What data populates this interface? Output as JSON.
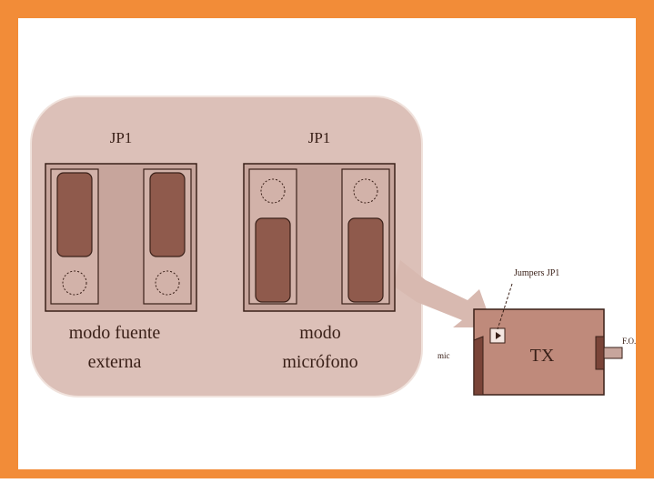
{
  "colors": {
    "frame": "#f28c38",
    "panel": "#dcc0b8",
    "panel_stroke": "#f0e2dc",
    "jumper_body": "#c7a59c",
    "jumper_dark": "#8f5a4c",
    "outline": "#3a2018",
    "tx_body": "#bf8a7b",
    "arrow": "#d8b9b0"
  },
  "icons": {
    "pin_circle": "circle-icon",
    "led": "led-icon",
    "connector": "connector-icon"
  },
  "diagram": {
    "left_jumper": {
      "label": "JP1",
      "caption_line1": "modo fuente",
      "caption_line2": "externa"
    },
    "right_jumper": {
      "label": "JP1",
      "caption_line1": "modo",
      "caption_line2": "micrófono"
    },
    "tx": {
      "label": "TX",
      "callout_label": "Jumpers JP1",
      "left_port_label": "mic",
      "right_port_label": "F.O."
    }
  }
}
